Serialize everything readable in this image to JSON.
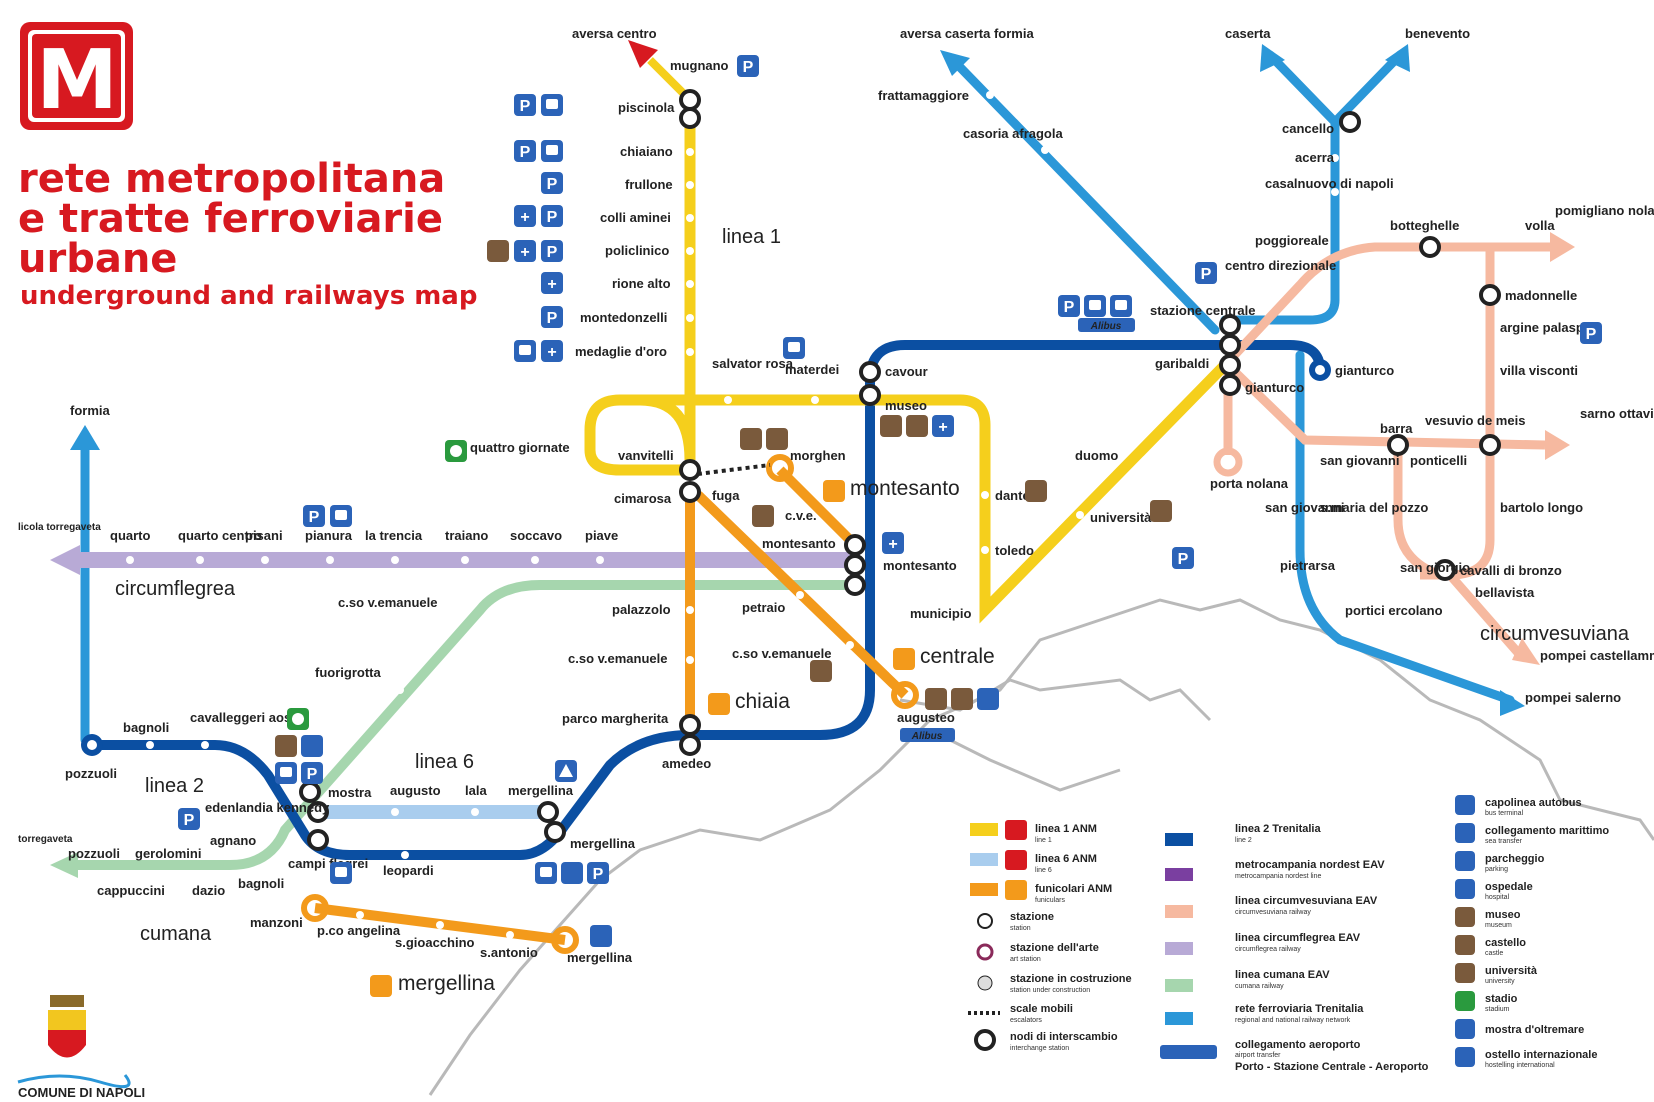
{
  "header": {
    "logo_letter": "M",
    "title_line1": "rete metropolitana",
    "title_line2": "e tratte ferroviarie",
    "title_line3": "urbane",
    "subtitle": "underground and railways map"
  },
  "footer": {
    "city_label": "COMUNE DI NAPOLI"
  },
  "colors": {
    "brand_red": "#d71920",
    "linea1": "#f5cf1c",
    "linea6": "#a9cdee",
    "funicolari": "#f39a1b",
    "linea2": "#0b4fa2",
    "circumvesuviana": "#f6b9a0",
    "circumflegrea": "#b8aad6",
    "cumana": "#a6d6ae",
    "trenitalia": "#2b97d8",
    "coast": "#b9b9b9"
  },
  "line_names": {
    "linea1": "linea 1",
    "linea6": "linea 6",
    "linea2": "linea 2",
    "circumflegrea": "circumflegrea",
    "cumana": "cumana",
    "circumvesuviana": "circumvesuviana"
  },
  "funicular_names": {
    "montesanto": "montesanto",
    "centrale": "centrale",
    "chiaia": "chiaia",
    "mergellina": "mergellina"
  },
  "stations": {
    "aversa_centro": "aversa centro",
    "mugnano": "mugnano",
    "piscinola": "piscinola",
    "chiaiano": "chiaiano",
    "frullone": "frullone",
    "colli_aminei": "colli aminei",
    "policlinico": "policlinico",
    "rione_alto": "rione alto",
    "montedonzelli": "montedonzelli",
    "medaglie_doro": "medaglie d'oro",
    "salvator_rosa": "salvator rosa",
    "materdei": "materdei",
    "cavour": "cavour",
    "museo": "museo",
    "quattro_giornate": "quattro giornate",
    "vanvitelli": "vanvitelli",
    "cimarosa": "cimarosa",
    "fuga": "fuga",
    "morghen": "morghen",
    "cve": "c.v.e.",
    "montesanto_st": "montesanto",
    "montesanto_l2": "montesanto",
    "dante": "dante",
    "toledo": "toledo",
    "universita": "università",
    "duomo": "duomo",
    "municipio": "municipio",
    "palazzolo": "palazzolo",
    "petraio": "petraio",
    "cso_ve_chiaia": "c.so v.emanuele",
    "cso_ve_centrale": "c.so v.emanuele",
    "cso_ve_l2": "c.so v.emanuele",
    "parco_margherita": "parco margherita",
    "amedeo": "amedeo",
    "augusteo": "augusteo",
    "aversa_caserta_formia": "aversa caserta formia",
    "frattamaggiore": "frattamaggiore",
    "casoria_afragola": "casoria afragola",
    "caserta": "caserta",
    "benevento": "benevento",
    "cancello": "cancello",
    "acerra": "acerra",
    "casalnuovo": "casalnuovo di napoli",
    "poggioreale": "poggioreale",
    "centro_direzionale": "centro direzionale",
    "botteghelle": "botteghelle",
    "volla": "volla",
    "pomigliano": "pomigliano nola baiano",
    "madonnelle": "madonnelle",
    "argine_palasport": "argine palasport",
    "villa_visconti": "villa visconti",
    "sarno_ottaviano": "sarno ottaviano",
    "stazione_centrale": "stazione centrale",
    "garibaldi": "garibaldi",
    "gianturco_l2": "gianturco",
    "gianturco": "gianturco",
    "porta_nolana": "porta nolana",
    "barra": "barra",
    "vesuvio_de_meis": "vesuvio de meis",
    "san_giovanni": "san giovanni",
    "ponticelli": "ponticelli",
    "san_giovanni_l2": "san giovanni",
    "s_maria_del_pozzo": "s.maria del pozzo",
    "bartolo_longo": "bartolo longo",
    "pietrarsa": "pietrarsa",
    "san_giorgio": "san giorgio",
    "cavalli_di_bronzo": "cavalli di bronzo",
    "bellavista": "bellavista",
    "portici_ercolano": "portici ercolano",
    "pompei_castellammare": "pompei castellammare sorrento",
    "pompei_salerno": "pompei salerno",
    "formia": "formia",
    "licola": "licola torregaveta",
    "quarto": "quarto",
    "quarto_centro": "quarto centro",
    "pisani": "pisani",
    "pianura": "pianura",
    "la_trencia": "la trencia",
    "traiano": "traiano",
    "soccavo": "soccavo",
    "piave": "piave",
    "cso_ve_cumana": "c.so v.emanuele",
    "fuorigrotta": "fuorigrotta",
    "pozzuoli_l2": "pozzuoli",
    "bagnoli_l2": "bagnoli",
    "cavalleggeri": "cavalleggeri aosta",
    "mostra": "mostra",
    "augusto": "augusto",
    "lala": "lala",
    "mergellina_l6": "mergellina",
    "mergellina_l2": "mergellina",
    "leopardi": "leopardi",
    "campi_flegrei": "campi flegrei",
    "edenlandia": "edenlandia kennedy",
    "agnano": "agnano",
    "torregaveta": "torregaveta",
    "pozzuoli_cumana": "pozzuoli",
    "gerolomini": "gerolomini",
    "cappuccini": "cappuccini",
    "dazio": "dazio",
    "bagnoli_cumana": "bagnoli",
    "manzoni": "manzoni",
    "pco_angelina": "p.co angelina",
    "s_gioacchino": "s.gioacchino",
    "s_antonio": "s.antonio",
    "mergellina_fun": "mergellina"
  },
  "badges": {
    "albus": "Alibus"
  },
  "legend": {
    "col1": [
      {
        "label": "linea 1 ANM",
        "sub": "line 1"
      },
      {
        "label": "linea 6 ANM",
        "sub": "line 6"
      },
      {
        "label": "funicolari ANM",
        "sub": "funiculars"
      },
      {
        "label": "stazione",
        "sub": "station"
      },
      {
        "label": "stazione dell'arte",
        "sub": "art station"
      },
      {
        "label": "stazione in costruzione",
        "sub": "station under construction"
      },
      {
        "label": "scale mobili",
        "sub": "escalators"
      },
      {
        "label": "nodi di interscambio",
        "sub": "interchange station"
      }
    ],
    "col2": [
      {
        "label": "linea 2 Trenitalia",
        "sub": "line 2"
      },
      {
        "label": "metrocampania nordest EAV",
        "sub": "metrocampania nordest line"
      },
      {
        "label": "linea circumvesuviana EAV",
        "sub": "circumvesuviana railway"
      },
      {
        "label": "linea circumflegrea EAV",
        "sub": "circumflegrea railway"
      },
      {
        "label": "linea cumana EAV",
        "sub": "cumana railway"
      },
      {
        "label": "rete ferroviaria Trenitalia",
        "sub": "regional and national railway network"
      },
      {
        "label": "collegamento aeroporto",
        "sub": "airport transfer"
      }
    ],
    "airport_route": "Porto - Stazione Centrale - Aeroporto",
    "col3": [
      {
        "label": "capolinea autobus",
        "sub": "bus terminal"
      },
      {
        "label": "collegamento marittimo",
        "sub": "sea transfer"
      },
      {
        "label": "parcheggio",
        "sub": "parking"
      },
      {
        "label": "ospedale",
        "sub": "hospital"
      },
      {
        "label": "museo",
        "sub": "museum"
      },
      {
        "label": "castello",
        "sub": "castle"
      },
      {
        "label": "università",
        "sub": "university"
      },
      {
        "label": "stadio",
        "sub": "stadium"
      },
      {
        "label": "mostra d'oltremare",
        "sub": ""
      },
      {
        "label": "ostello internazionale",
        "sub": "hostelling international"
      }
    ]
  }
}
